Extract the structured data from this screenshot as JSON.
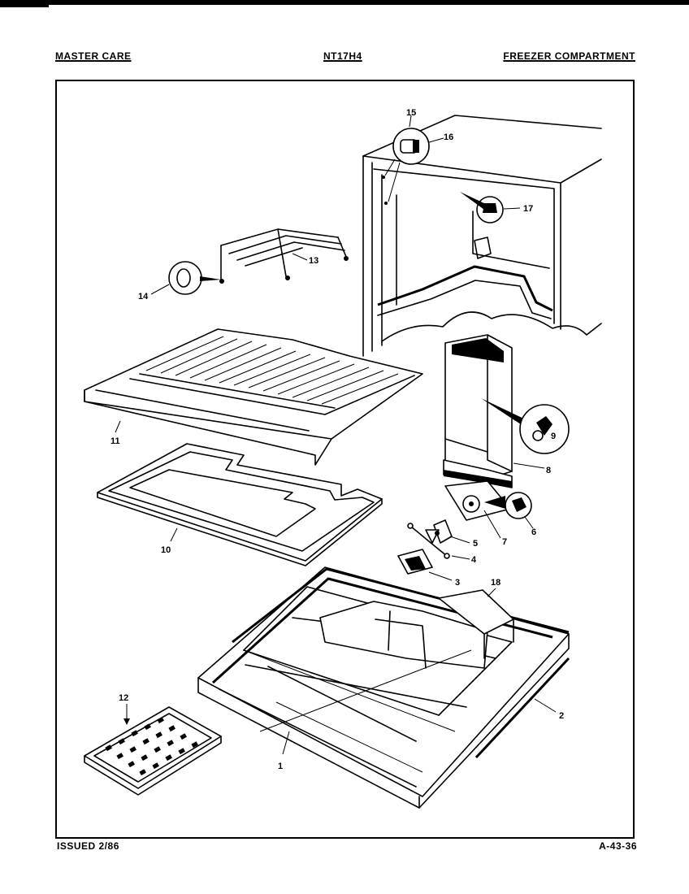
{
  "header": {
    "left": "MASTER CARE",
    "center": "NT17H4",
    "right": "FREEZER COMPARTMENT"
  },
  "footer": {
    "left": "ISSUED 2/86",
    "right": "A-43-36"
  },
  "callouts": {
    "c1": "1",
    "c2": "2",
    "c3": "3",
    "c4": "4",
    "c5": "5",
    "c6": "6",
    "c7": "7",
    "c8": "8",
    "c9": "9",
    "c10": "10",
    "c11": "11",
    "c12": "12",
    "c13": "13",
    "c14": "14",
    "c15": "15",
    "c16": "16",
    "c17": "17",
    "c18": "18"
  }
}
